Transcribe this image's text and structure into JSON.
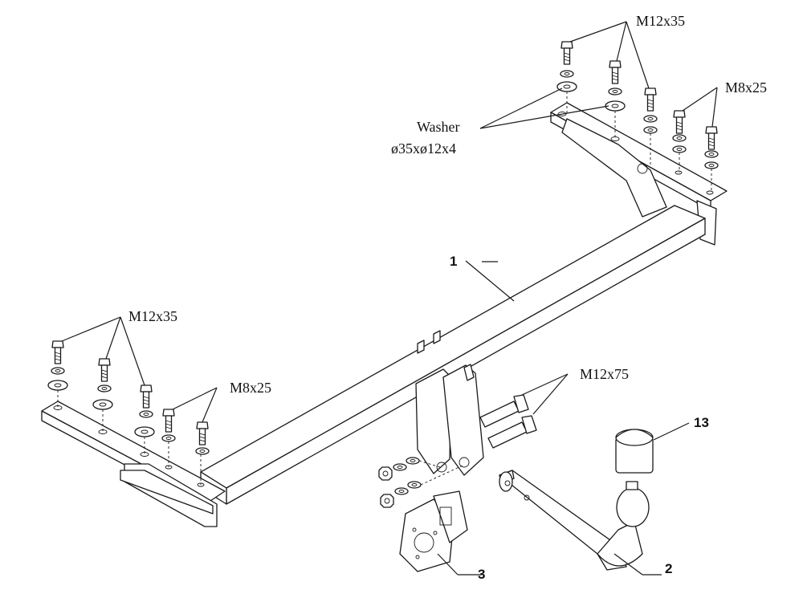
{
  "labels": {
    "m12x35_top": "M12x35",
    "m8x25_top": "M8x25",
    "washer_line1": "Washer",
    "washer_line2": "ø35xø12x4",
    "m12x35_left": "M12x35",
    "m8x25_left": "M8x25",
    "m12x75": "M12x75",
    "part_1": "1",
    "part_2": "2",
    "part_3": "3",
    "part_13": "13"
  }
}
